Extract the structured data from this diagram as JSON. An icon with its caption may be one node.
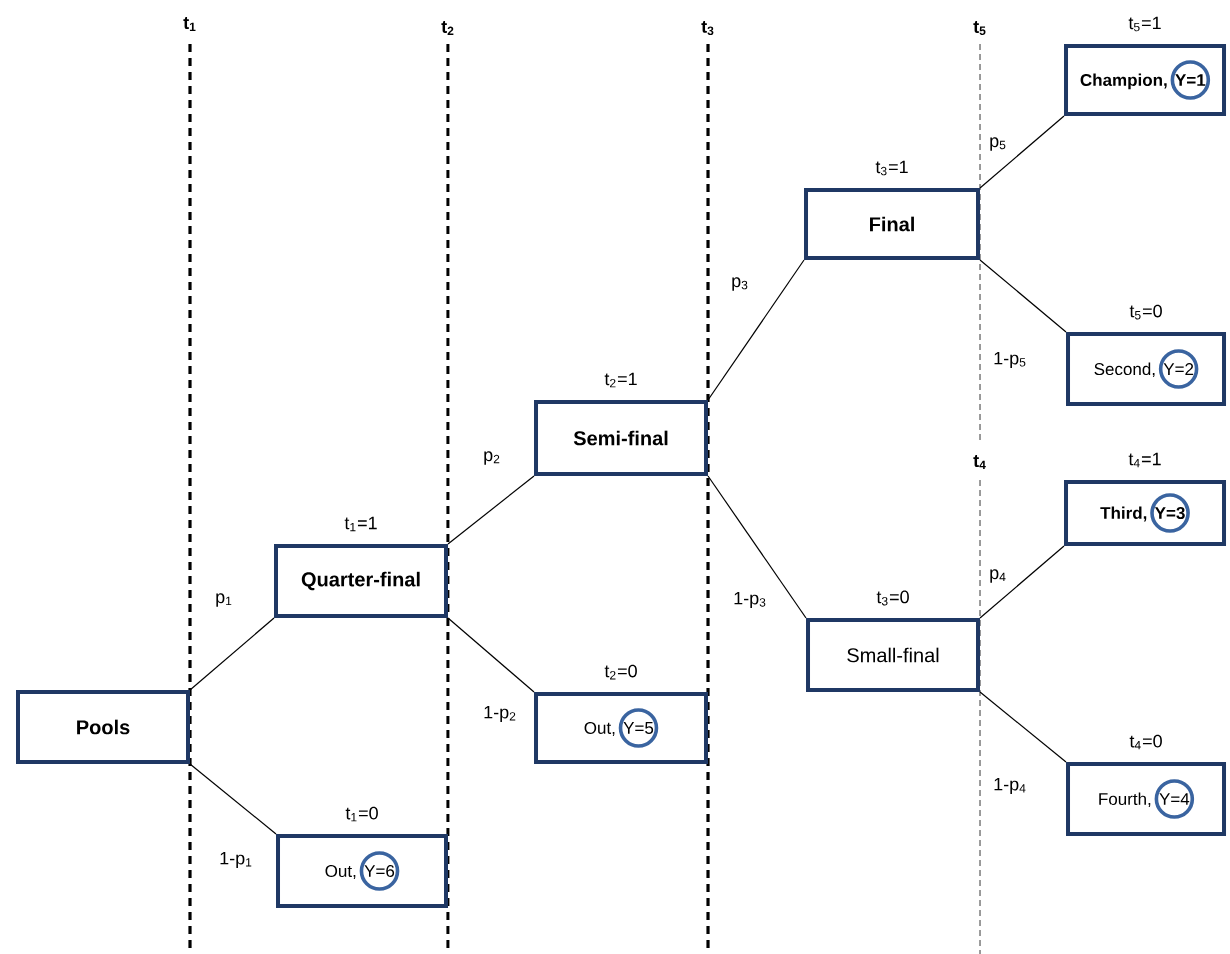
{
  "diagram": {
    "nodes": [
      {
        "text": [
          "Pools"
        ]
      },
      {
        "text": [
          "Quarter-final"
        ],
        "beside": [
          "t$_{1}$=1"
        ]
      },
      {
        "text": [
          "Out,",
          "Y=6"
        ],
        "beside": [
          "t$_{1}$=0"
        ]
      },
      {
        "text": [
          "Semi-final"
        ],
        "beside": [
          "t$_{2}$=1"
        ]
      },
      {
        "text": [
          "Out,",
          "Y=5"
        ],
        "beside": [
          "t$_{2}$=0"
        ]
      },
      {
        "text": [
          "Final"
        ],
        "beside": [
          "t$_{3}$=1"
        ]
      },
      {
        "text": [
          "Small-final"
        ],
        "beside": [
          "t$_{3}$=0"
        ]
      },
      {
        "text": [
          "Champion,",
          "Y=1"
        ],
        "beside": [
          "t$_{5}$=1"
        ]
      },
      {
        "text": [
          "Second,",
          "Y=2"
        ],
        "beside": [
          "t$_{5}$=0"
        ]
      },
      {
        "text": [
          "Third,",
          "Y=3"
        ],
        "beside": [
          "t$_{4}$=1"
        ]
      },
      {
        "text": [
          "Fourth,",
          "Y=4"
        ],
        "beside": [
          "t$_{4}$=0"
        ]
      }
    ],
    "edges": [
      {
        "from": 0,
        "to": 1,
        "arrow": "none",
        "label": "p$_{1}$"
      },
      {
        "from": 0,
        "to": 2,
        "arrow": "none",
        "label": "1-p$_{1}$"
      },
      {
        "from": 1,
        "to": 3,
        "arrow": "none",
        "label": "p$_{2}$"
      },
      {
        "from": 1,
        "to": 4,
        "arrow": "none",
        "label": "1-p$_{2}$"
      },
      {
        "from": 3,
        "to": 5,
        "arrow": "none",
        "label": "p$_{3}$"
      },
      {
        "from": 3,
        "to": 6,
        "arrow": "none",
        "label": "1-p$_{3}$"
      },
      {
        "from": 5,
        "to": 7,
        "arrow": "none",
        "label": "p$_{5}$"
      },
      {
        "from": 5,
        "to": 8,
        "arrow": "none",
        "label": "1-p$_{5}$"
      },
      {
        "from": 6,
        "to": 9,
        "arrow": "none",
        "label": "p$_{4}$"
      },
      {
        "from": 6,
        "to": 10,
        "arrow": "none",
        "label": "1-p$_{4}$"
      }
    ],
    "labels": [
      "t$_{1}$",
      "t$_{2}$",
      "t$_{3}$",
      "t$_{5}$",
      "t$_{4}$"
    ]
  }
}
